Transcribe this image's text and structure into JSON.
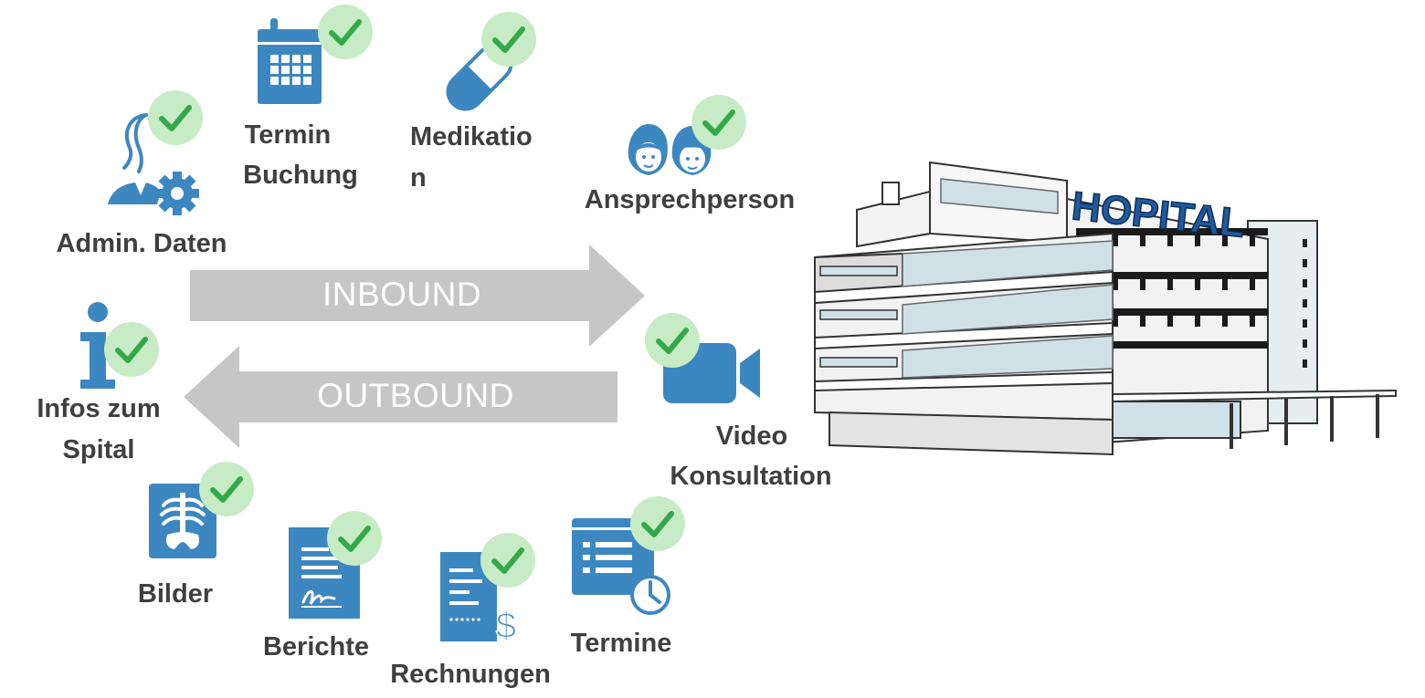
{
  "colors": {
    "icon_blue": "#3d87c1",
    "check_bg": "#c7ecc5",
    "check_mark": "#34a84a",
    "arrow_grey": "#c6c6c6",
    "label_grey": "#3f3f3f",
    "sign_blue": "#1f5a9e"
  },
  "icons": {
    "termin_buchung": "calendar-icon",
    "medikation": "pill-icon",
    "admin_daten": "user-gear-icon",
    "ansprechperson": "people-icon",
    "infos_spital": "info-icon",
    "video": "video-camera-icon",
    "bilder": "xray-icon",
    "berichte": "signed-document-icon",
    "rechnungen": "invoice-icon",
    "termine": "schedule-document-icon",
    "status": "checkmark-icon"
  },
  "labels": {
    "termin_buchung": [
      "Termin",
      "Buchung"
    ],
    "medikation": [
      "Medikatio",
      "n"
    ],
    "admin_daten": "Admin. Daten",
    "ansprechperson": "Ansprechperson",
    "infos_spital": [
      "Infos zum",
      "Spital"
    ],
    "video": [
      "Video",
      "Konsultation"
    ],
    "bilder": "Bilder",
    "berichte": "Berichte",
    "rechnungen": "Rechnungen",
    "termine": "Termine"
  },
  "arrows": {
    "inbound": "INBOUND",
    "outbound": "OUTBOUND"
  },
  "hospital": {
    "sign": "HOPITAL"
  }
}
